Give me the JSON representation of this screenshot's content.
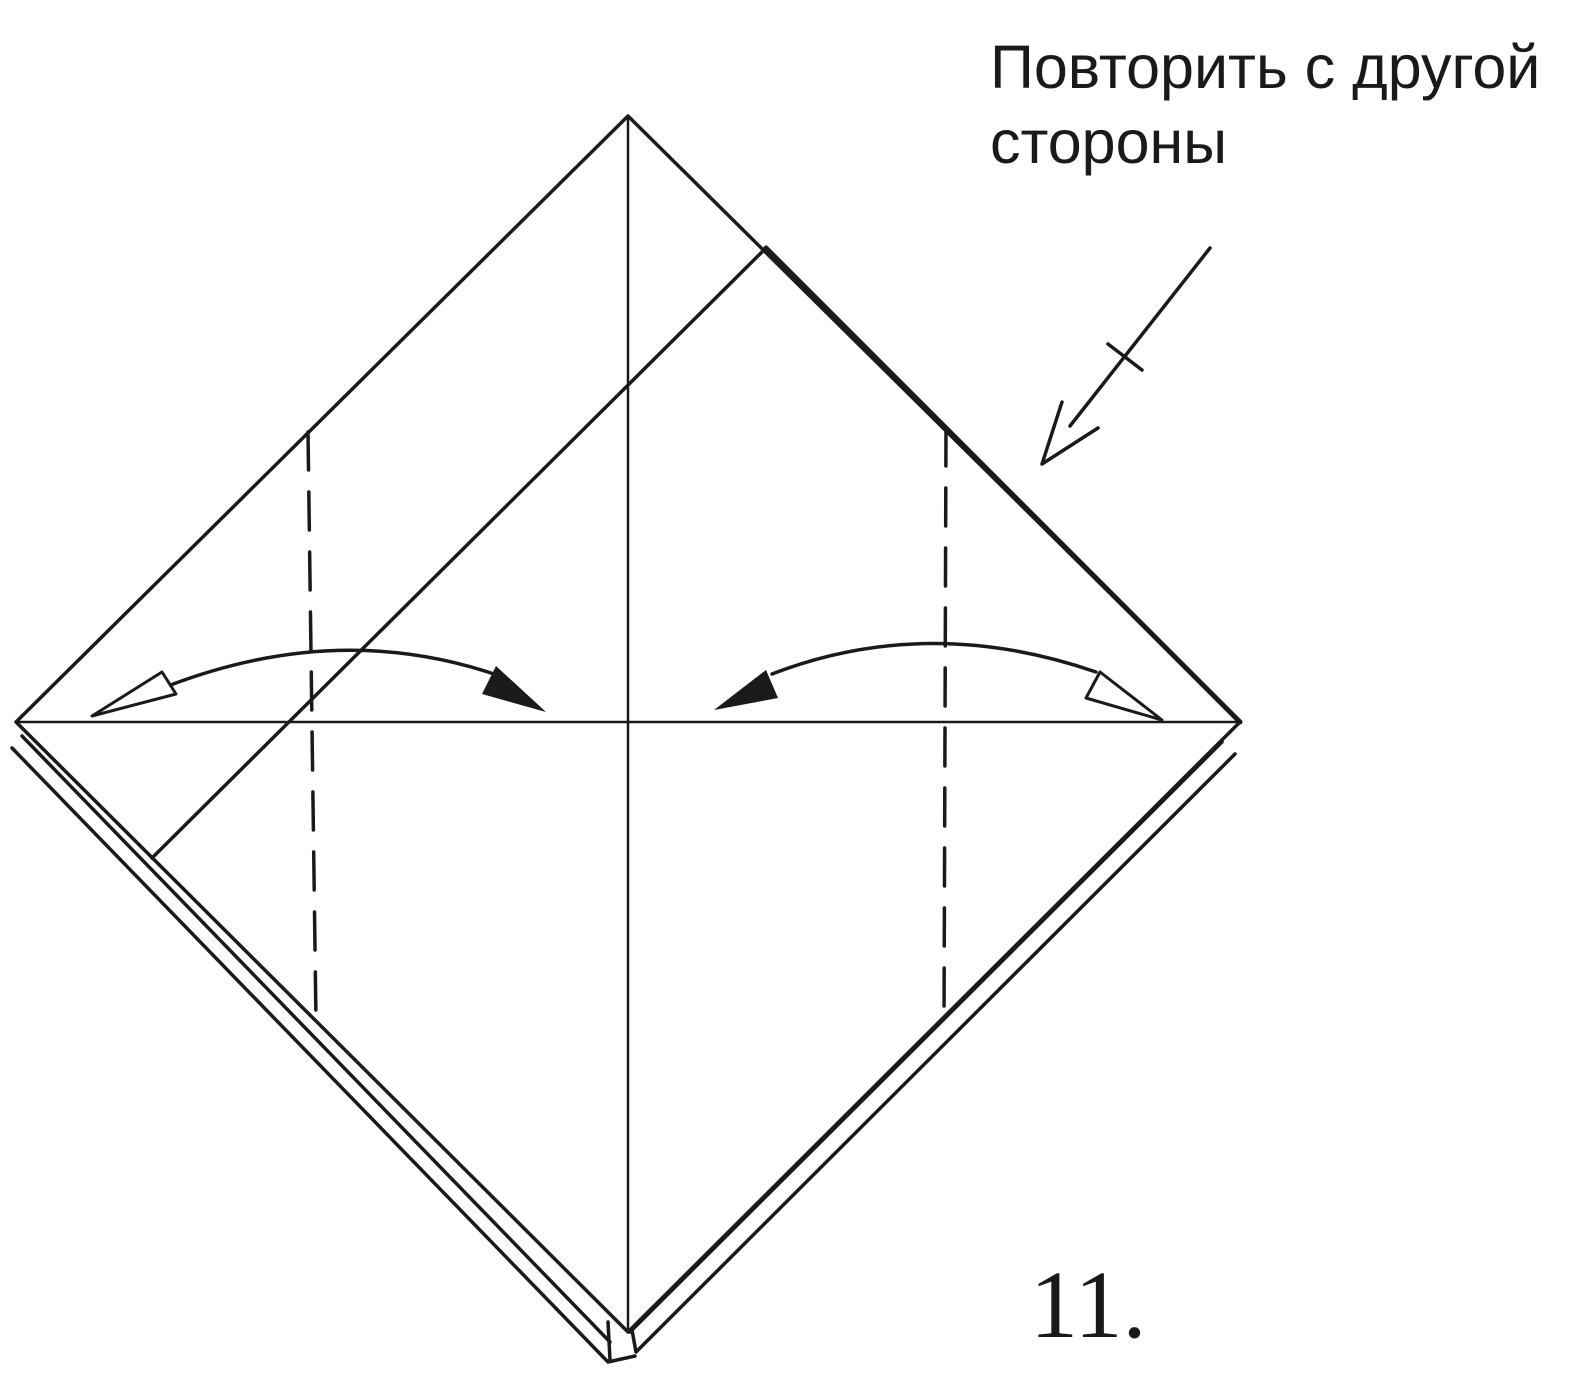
{
  "instruction": {
    "line1": "Повторить с другой",
    "line2": "стороны"
  },
  "step": {
    "number": "11."
  },
  "colors": {
    "ink": "#1a1a1a",
    "paper": "#ffffff"
  },
  "icons": {
    "valley_fold_arrow": "curved-arrow-solid-head",
    "unfold_arrow": "curved-arrow-hollow-head",
    "turn_over_arrow": "straight-arrow-with-tick"
  }
}
